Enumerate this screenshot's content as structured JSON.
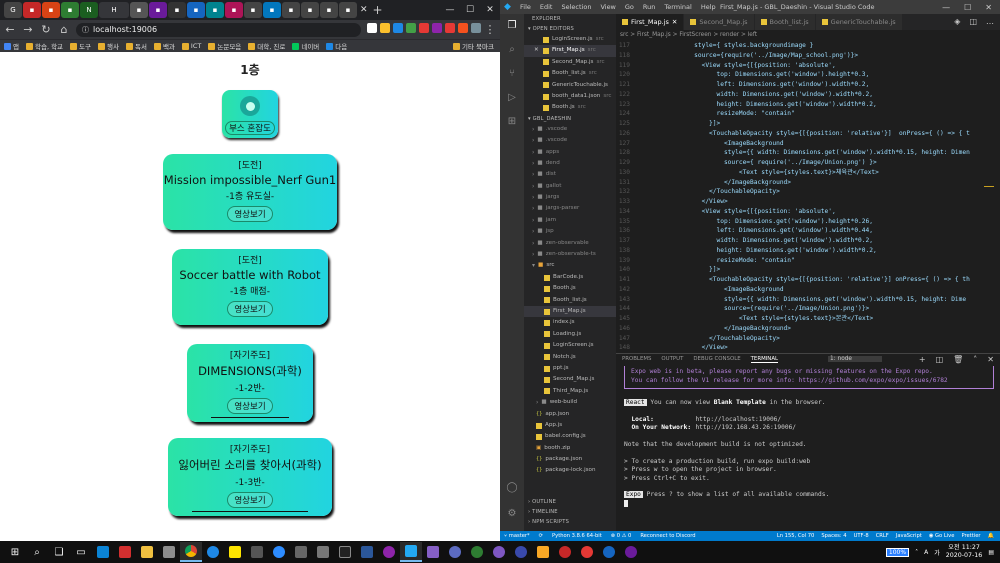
{
  "browser": {
    "tab_active_label": "H",
    "url": "localhost:19006",
    "bookmarks": [
      "앱",
      "학습, 학교",
      "도구",
      "행사",
      "독서",
      "백과",
      "ICT",
      "논문모음",
      "대학, 진로",
      "네이버",
      "다음"
    ],
    "bookmarks_more": "기타 북마크"
  },
  "app": {
    "floor_title": "1층",
    "bus_label": "부스 혼잡도",
    "cards": [
      {
        "line1": "[도전]",
        "line2": "Mission impossible_Nerf Gun1",
        "line3": "-1층 유도실-",
        "button": "영상보기"
      },
      {
        "line1": "[도전]",
        "line2": "Soccer battle with Robot",
        "line3": "-1층 매점-",
        "button": "영상보기"
      },
      {
        "line1": "[자기주도]",
        "line2": "DIMENSIONS(과학)",
        "line3": "-1-2반-",
        "button": "영상보기"
      },
      {
        "line1": "[자기주도]",
        "line2": "잃어버린 소리를 찾아서(과학)",
        "line3": "-1-3반-",
        "button": "영상보기"
      }
    ]
  },
  "vscode": {
    "menu": [
      "File",
      "Edit",
      "Selection",
      "View",
      "Go",
      "Run",
      "Terminal",
      "Help"
    ],
    "window_title": "First_Map.js - GBL_Daeshin - Visual Studio Code",
    "sidebar": {
      "explorer_label": "EXPLORER",
      "open_editors_label": "OPEN EDITORS",
      "open_editors": [
        {
          "name": "LoginScreen.js",
          "hint": "src"
        },
        {
          "name": "First_Map.js",
          "hint": "src",
          "selected": true
        },
        {
          "name": "Second_Map.js",
          "hint": "src"
        },
        {
          "name": "Booth_list.js",
          "hint": "src"
        },
        {
          "name": "GenericTouchable.js",
          "hint": ""
        },
        {
          "name": "booth_data1.json",
          "hint": "src"
        },
        {
          "name": "Booth.js",
          "hint": "src"
        }
      ],
      "project_label": "GBL_DAESHIN",
      "folders": [
        ".vscode",
        ".vscode",
        "apps",
        "dend",
        "dist",
        "gallot",
        "jargs",
        "jargs-parser",
        "jam",
        "jsp",
        "zen-observable",
        "zen-observable-ts"
      ],
      "src_label": "src",
      "src_files": [
        "BarCode.js",
        "Booth.js",
        "Booth_list.js",
        "First_Map.js",
        "index.js",
        "Loading.js",
        "LoginScreen.js",
        "Notch.js",
        "ppt.js",
        "Second_Map.js",
        "Third_Map.js"
      ],
      "root_items": [
        {
          "name": "web-build",
          "kind": "dir"
        },
        {
          "name": "app.json",
          "kind": "json"
        },
        {
          "name": "App.js",
          "kind": "js"
        },
        {
          "name": "babel.config.js",
          "kind": "js"
        },
        {
          "name": "booth.zip",
          "kind": "zip"
        },
        {
          "name": "package.json",
          "kind": "json"
        },
        {
          "name": "package-lock.json",
          "kind": "json"
        }
      ],
      "outline_label": "OUTLINE",
      "timeline_label": "TIMELINE",
      "npm_label": "NPM SCRIPTS"
    },
    "tabs": [
      "First_Map.js",
      "Second_Map.js",
      "Booth_list.js",
      "GenericTouchable.js"
    ],
    "breadcrumb": "src > First_Map.js > FirstScreen > render > left",
    "code": [
      {
        "n": "117",
        "t": "              style={ styles.backgroundimage }"
      },
      {
        "n": "118",
        "t": "              source={require('../Image/Map_school.png')}>"
      },
      {
        "n": "119",
        "t": "                <View style={[{position: 'absolute',"
      },
      {
        "n": "120",
        "t": "                    top: Dimensions.get('window').height*0.3,"
      },
      {
        "n": "121",
        "t": "                    left: Dimensions.get('window').width*0.2,"
      },
      {
        "n": "122",
        "t": "                    width: Dimensions.get('window').width*0.2,"
      },
      {
        "n": "123",
        "t": "                    height: Dimensions.get('window').width*0.2,"
      },
      {
        "n": "124",
        "t": "                    resizeMode: \"contain\""
      },
      {
        "n": "125",
        "t": "                  }]>"
      },
      {
        "n": "126",
        "t": "                  <TouchableOpacity style={[{position: 'relative'}]  onPress={ () => { t"
      },
      {
        "n": "127",
        "t": "                      <ImageBackground"
      },
      {
        "n": "128",
        "t": "                      style={{ width: Dimensions.get('window').width*0.15, height: Dimen"
      },
      {
        "n": "129",
        "t": "                      source={ require('../Image/Union.png') }>"
      },
      {
        "n": "130",
        "t": "                          <Text style={styles.text}>체육관</Text>"
      },
      {
        "n": "131",
        "t": "                      </ImageBackground>"
      },
      {
        "n": "132",
        "t": "                  </TouchableOpacity>"
      },
      {
        "n": "133",
        "t": "                </View>"
      },
      {
        "n": "134",
        "t": "                <View style={[{position: 'absolute',"
      },
      {
        "n": "135",
        "t": "                    top: Dimensions.get('window').height*0.26,"
      },
      {
        "n": "136",
        "t": "                    left: Dimensions.get('window').width*0.44,"
      },
      {
        "n": "137",
        "t": "                    width: Dimensions.get('window').width*0.2,"
      },
      {
        "n": "138",
        "t": "                    height: Dimensions.get('window').width*0.2,"
      },
      {
        "n": "139",
        "t": "                    resizeMode: \"contain\""
      },
      {
        "n": "140",
        "t": "                  }]>"
      },
      {
        "n": "141",
        "t": "                  <TouchableOpacity style={[{position: 'relative'}] onPress={ () => { th"
      },
      {
        "n": "142",
        "t": "                      <ImageBackground"
      },
      {
        "n": "143",
        "t": "                      style={{ width: Dimensions.get('window').width*0.15, height: Dime"
      },
      {
        "n": "144",
        "t": "                      source={require('../Image/Union.png')}>"
      },
      {
        "n": "145",
        "t": "                          <Text style={styles.text}>본관</Text>"
      },
      {
        "n": "146",
        "t": "                      </ImageBackground>"
      },
      {
        "n": "147",
        "t": "                  </TouchableOpacity>"
      },
      {
        "n": "148",
        "t": "                </View>"
      }
    ],
    "panel": {
      "tabs": [
        "PROBLEMS",
        "OUTPUT",
        "DEBUG CONSOLE",
        "TERMINAL"
      ],
      "terminal_select": "1: node",
      "box_line1": "Expo web is in beta, please report any bugs or missing features on the Expo repo.",
      "box_line2": "You can follow the V1 release for more info: https://github.com/expo/expo/issues/6782",
      "react_tag": "React",
      "ready_text": "You can now view",
      "ready_bold": "Blank Template",
      "ready_tail": "in the browser.",
      "local_label": "Local:",
      "local_url": "http://localhost:19006/",
      "network_label": "On Your Network:",
      "network_url": "http://192.168.43.26:19006/",
      "not_optimized": "Note that the development build is not optimized.",
      "build1": "> To create a production build, run expo build:web",
      "build2": "> Press w to open the project in browser.",
      "build3": "> Press Ctrl+C to exit.",
      "expo_tag": "Expo",
      "expo_tail": "Press ? to show a list of all available commands."
    },
    "status": {
      "branch": "master*",
      "python": "Python 3.8.6 64-bit",
      "errors": "0 ⚠ 0",
      "discord": "Reconnect to Discord",
      "position": "Ln 155, Col 70",
      "spaces": "Spaces: 4",
      "encoding": "UTF-8",
      "eol": "CRLF",
      "language": "JavaScript",
      "golive": "Go Live",
      "prettier": "Prettier"
    }
  },
  "taskbar": {
    "battery": "100%",
    "ime": "A",
    "lang": "가",
    "time": "오전 11:27",
    "date": "2020-07-16"
  },
  "colors": {
    "card_start": "#2be3a6",
    "card_end": "#22d4e0",
    "vscode_blue": "#007acc",
    "terminal_purple": "#b180d7"
  }
}
